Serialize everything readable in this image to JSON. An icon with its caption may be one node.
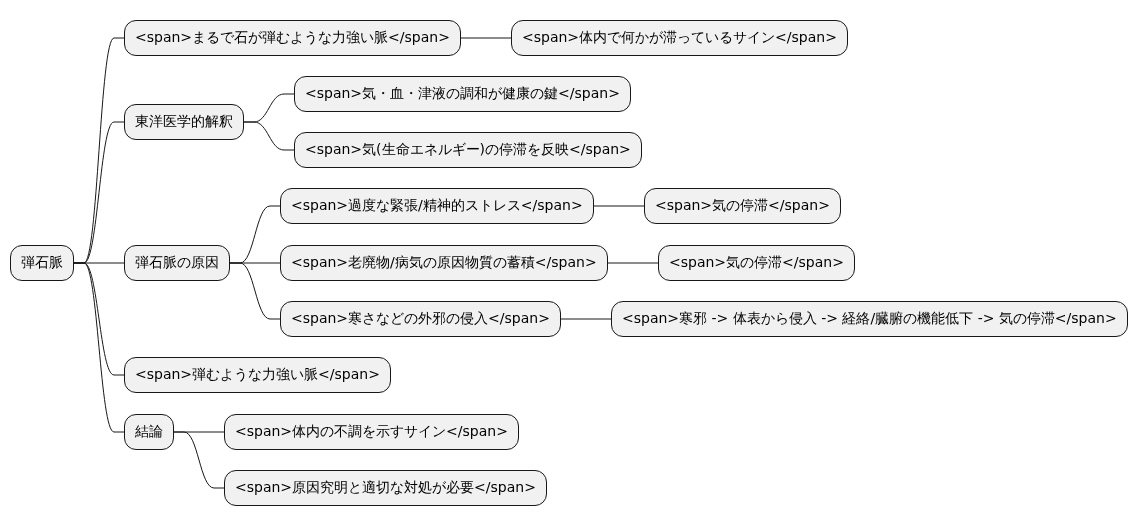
{
  "diagram": {
    "nodes": [
      {
        "text": [
          "弾石脈"
        ]
      },
      {
        "text": [
          "<span>まるで石が弾むような力強い脈</span>"
        ]
      },
      {
        "text": [
          "<span>体内で何かが滞っているサイン</span>"
        ]
      },
      {
        "text": [
          "東洋医学的解釈"
        ]
      },
      {
        "text": [
          "<span>気・血・津液の調和が健康の鍵</span>"
        ]
      },
      {
        "text": [
          "<span>気(生命エネルギー)の停滞を反映</span>"
        ]
      },
      {
        "text": [
          "弾石脈の原因"
        ]
      },
      {
        "text": [
          "<span>過度な緊張/精神的ストレス</span>"
        ]
      },
      {
        "text": [
          "<span>気の停滞</span>"
        ]
      },
      {
        "text": [
          "<span>老廃物/病気の原因物質の蓄積</span>"
        ]
      },
      {
        "text": [
          "<span>気の停滞</span>"
        ]
      },
      {
        "text": [
          "<span>寒さなどの外邪の侵入</span>"
        ]
      },
      {
        "text": [
          "<span>寒邪 -> 体表から侵入 -> 経絡/臓腑の機能低下 -> 気の停滞</span>"
        ]
      },
      {
        "text": [
          "<span>弾むような力強い脈</span>"
        ]
      },
      {
        "text": [
          "結論"
        ]
      },
      {
        "text": [
          "<span>体内の不調を示すサイン</span>"
        ]
      },
      {
        "text": [
          "<span>原因究明と適切な対処が必要</span>"
        ]
      }
    ],
    "edges": [
      {
        "from": 0,
        "to": 1,
        "arrow": "none"
      },
      {
        "from": 1,
        "to": 2,
        "arrow": "none"
      },
      {
        "from": 0,
        "to": 3,
        "arrow": "none"
      },
      {
        "from": 3,
        "to": 4,
        "arrow": "none"
      },
      {
        "from": 3,
        "to": 5,
        "arrow": "none"
      },
      {
        "from": 0,
        "to": 6,
        "arrow": "none"
      },
      {
        "from": 6,
        "to": 7,
        "arrow": "none"
      },
      {
        "from": 7,
        "to": 8,
        "arrow": "none"
      },
      {
        "from": 6,
        "to": 9,
        "arrow": "none"
      },
      {
        "from": 9,
        "to": 10,
        "arrow": "none"
      },
      {
        "from": 6,
        "to": 11,
        "arrow": "none"
      },
      {
        "from": 11,
        "to": 12,
        "arrow": "none"
      },
      {
        "from": 0,
        "to": 13,
        "arrow": "none"
      },
      {
        "from": 0,
        "to": 14,
        "arrow": "none"
      },
      {
        "from": 14,
        "to": 15,
        "arrow": "none"
      },
      {
        "from": 14,
        "to": 16,
        "arrow": "none"
      }
    ]
  }
}
